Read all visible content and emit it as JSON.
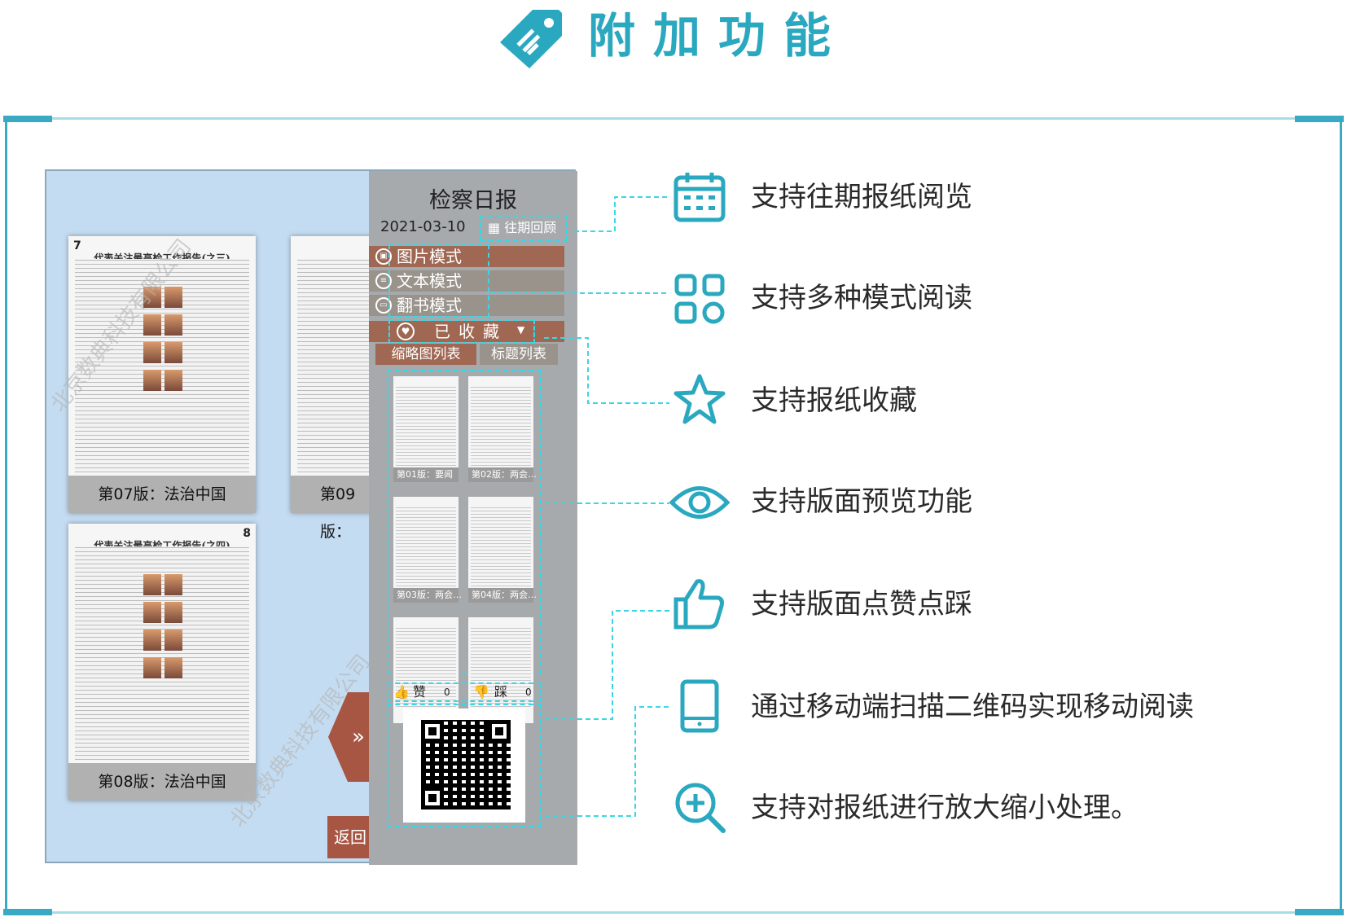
{
  "header": {
    "title": "附加功能",
    "accent": "#2aa8bf"
  },
  "screenshot": {
    "pages": [
      {
        "number": "7",
        "headline": "代表关注最高检工作报告(之三)",
        "caption": "第07版：法治中国"
      },
      {
        "caption": "第09版："
      },
      {
        "number": "8",
        "headline": "代表关注最高检工作报告(之四)",
        "caption": "第08版：法治中国"
      }
    ],
    "back_label": "返回",
    "arrow_label": "»",
    "side": {
      "title": "检察日报",
      "date": "2021-03-10",
      "history_label": "往期回顾",
      "modes": [
        "图片模式",
        "文本模式",
        "翻书模式"
      ],
      "favorite_label": "已收藏",
      "tabs": [
        "缩略图列表",
        "标题列表"
      ],
      "thumbnails": [
        "第01版：要闻",
        "第02版：两会…",
        "第03版：两会…",
        "第04版：两会…",
        "",
        ""
      ],
      "like_label": "赞",
      "like_count": "0",
      "dislike_label": "踩",
      "dislike_count": "0"
    },
    "watermark": "北京数典科技有限公司"
  },
  "features": [
    {
      "icon": "calendar-icon",
      "text": "支持往期报纸阅览"
    },
    {
      "icon": "grid-icon",
      "text": "支持多种模式阅读"
    },
    {
      "icon": "star-icon",
      "text": "支持报纸收藏"
    },
    {
      "icon": "eye-icon",
      "text": "支持版面预览功能"
    },
    {
      "icon": "thumbs-up-icon",
      "text": "支持版面点赞点踩"
    },
    {
      "icon": "tablet-icon",
      "text": "通过移动端扫描二维码实现移动阅读"
    },
    {
      "icon": "zoom-in-icon",
      "text": "支持对报纸进行放大缩小处理。"
    }
  ]
}
